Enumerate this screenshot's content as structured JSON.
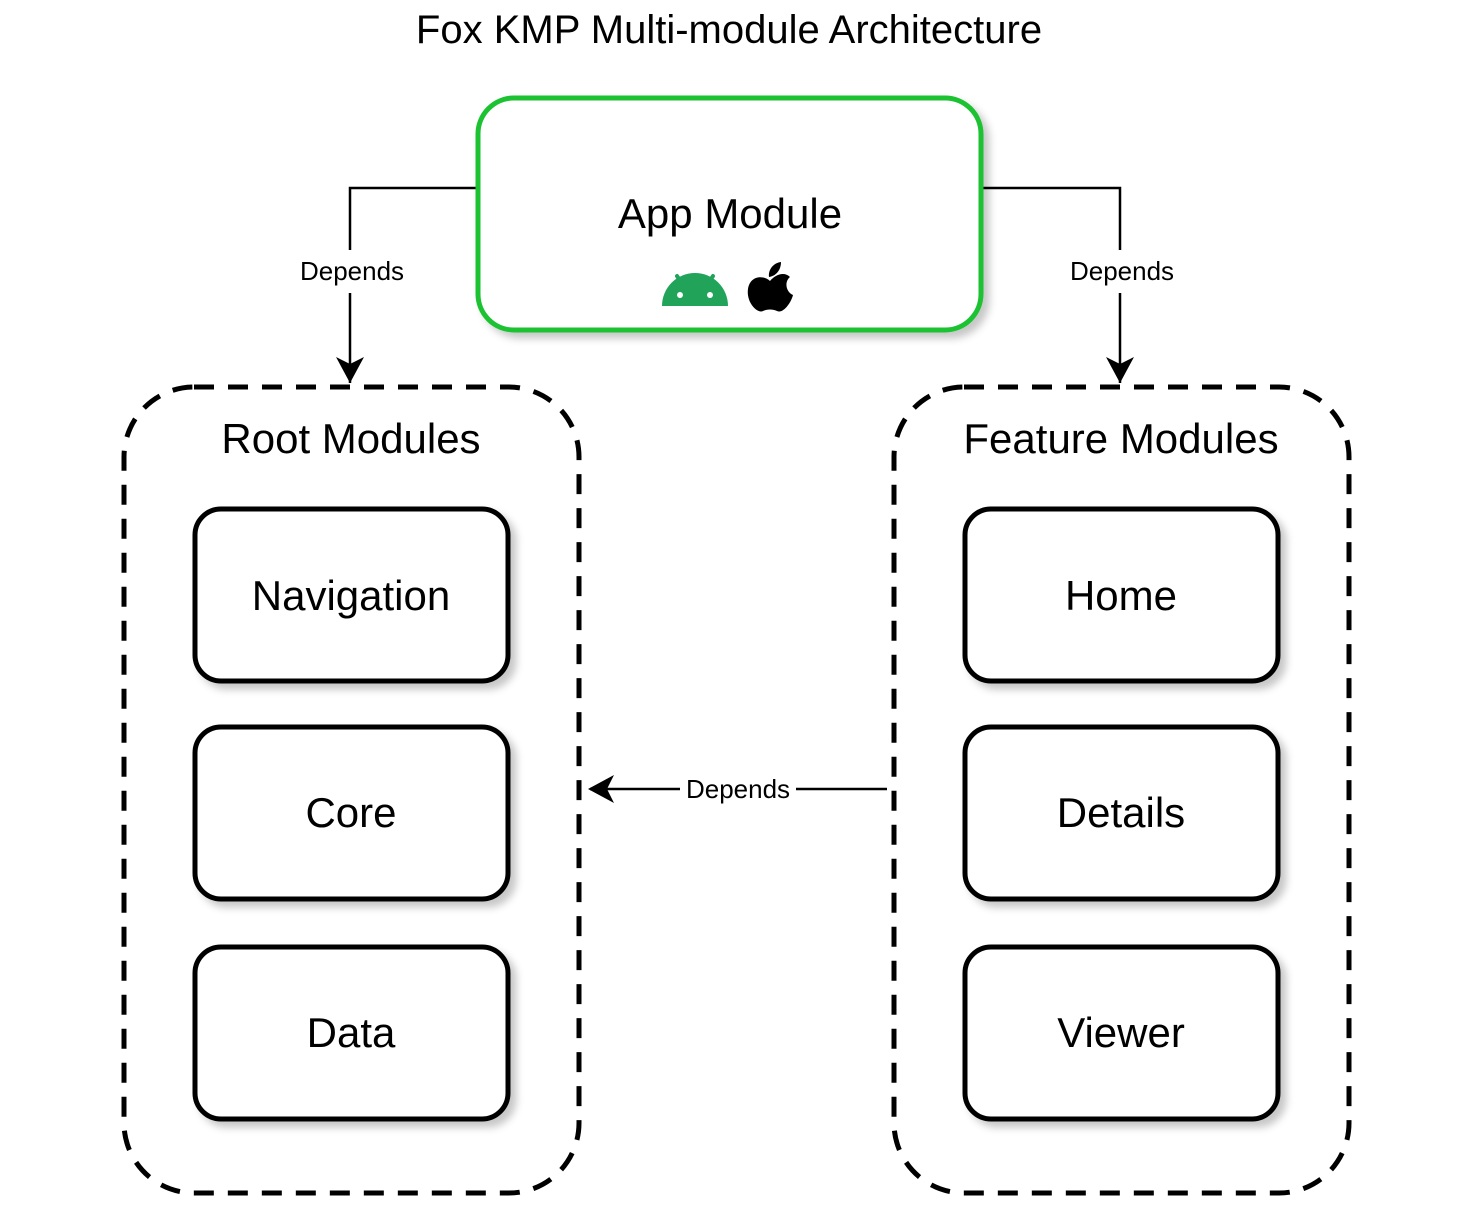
{
  "title": "Fox KMP Multi-module Architecture",
  "app_module": {
    "label": "App Module",
    "border_color": "#1ec231",
    "platform_icons": [
      "android-icon",
      "apple-icon"
    ],
    "android_color": "#21a45a",
    "apple_color": "#000000"
  },
  "groups": {
    "root": {
      "label": "Root Modules",
      "modules": [
        "Navigation",
        "Core",
        "Data"
      ]
    },
    "feature": {
      "label": "Feature Modules",
      "modules": [
        "Home",
        "Details",
        "Viewer"
      ]
    }
  },
  "edges": [
    {
      "from": "App Module",
      "to": "Root Modules",
      "label": "Depends"
    },
    {
      "from": "App Module",
      "to": "Feature Modules",
      "label": "Depends"
    },
    {
      "from": "Feature Modules",
      "to": "Root Modules",
      "label": "Depends"
    }
  ]
}
